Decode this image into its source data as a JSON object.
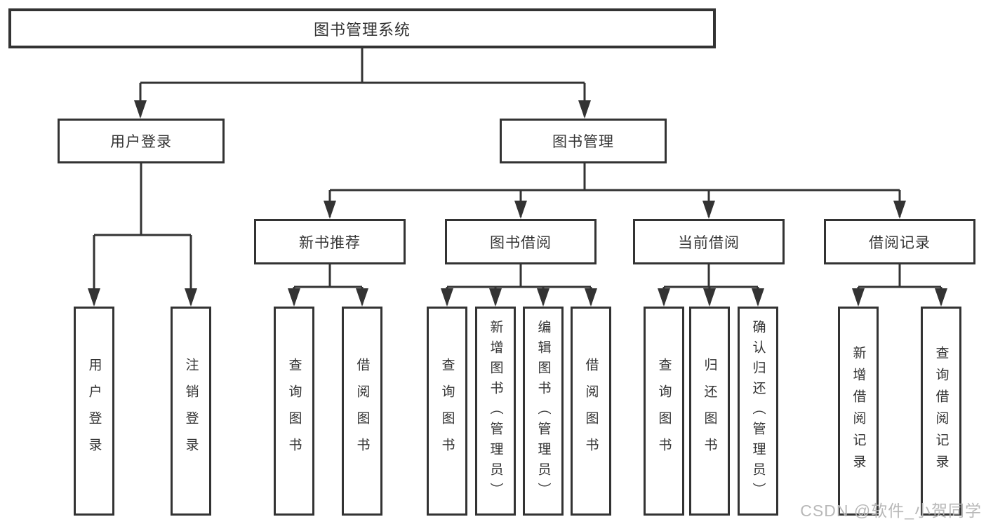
{
  "tree": {
    "label": "图书管理系统",
    "children": [
      {
        "label": "用户登录",
        "children": [
          {
            "label": "用户登录"
          },
          {
            "label": "注销登录"
          }
        ]
      },
      {
        "label": "图书管理",
        "children": [
          {
            "label": "新书推荐",
            "children": [
              {
                "label": "查询图书"
              },
              {
                "label": "借阅图书"
              }
            ]
          },
          {
            "label": "图书借阅",
            "children": [
              {
                "label": "查询图书"
              },
              {
                "label": "新增图书（管理员）"
              },
              {
                "label": "编辑图书（管理员）"
              },
              {
                "label": "借阅图书"
              }
            ]
          },
          {
            "label": "当前借阅",
            "children": [
              {
                "label": "查询图书"
              },
              {
                "label": "归还图书"
              },
              {
                "label": "确认归还（管理员）"
              }
            ]
          },
          {
            "label": "借阅记录",
            "children": [
              {
                "label": "新增借阅记录"
              },
              {
                "label": "查询借阅记录"
              }
            ]
          }
        ]
      }
    ]
  },
  "watermark": "CSDN @软件_小贺同学",
  "colors": {
    "line": "#333333",
    "border": "#333333",
    "fill": "#ffffff",
    "text": "#333333",
    "watermark": "#b5b5b5",
    "background": "#ffffff"
  }
}
